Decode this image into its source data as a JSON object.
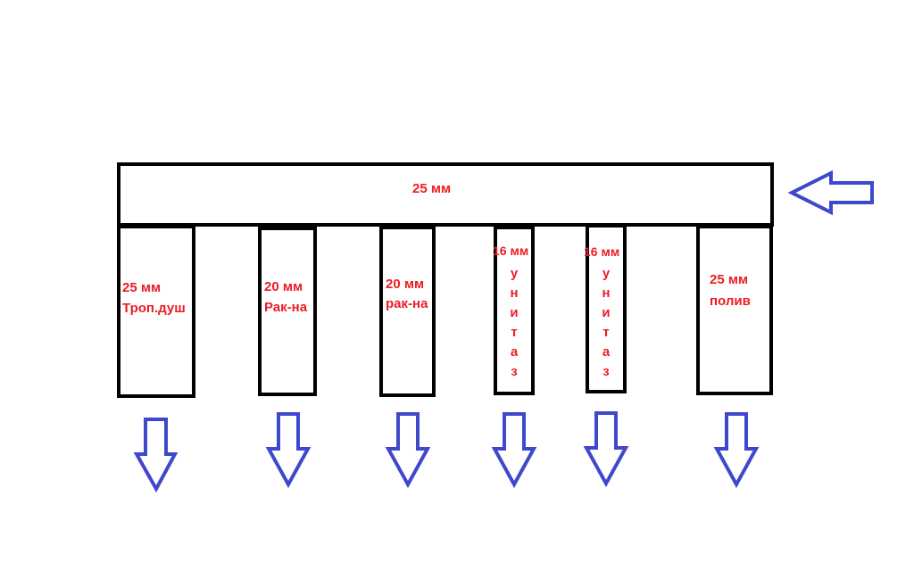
{
  "manifold": {
    "label": "25 мм"
  },
  "outlets": [
    {
      "size": "25 мм",
      "name": "Троп.душ"
    },
    {
      "size": "20 мм",
      "name": "Рак-на"
    },
    {
      "size": "20 мм",
      "name": "рак-на"
    },
    {
      "size": "16 мм",
      "name": "унитаз"
    },
    {
      "size": "16 мм",
      "name": "унитаз"
    },
    {
      "size": "25 мм",
      "name": "полив"
    }
  ],
  "colors": {
    "line": "#000000",
    "label": "#ed1c24",
    "arrow": "#3f48cc"
  },
  "icons": {
    "inlet": "arrow-left-icon",
    "outlet": "arrow-down-icon"
  }
}
